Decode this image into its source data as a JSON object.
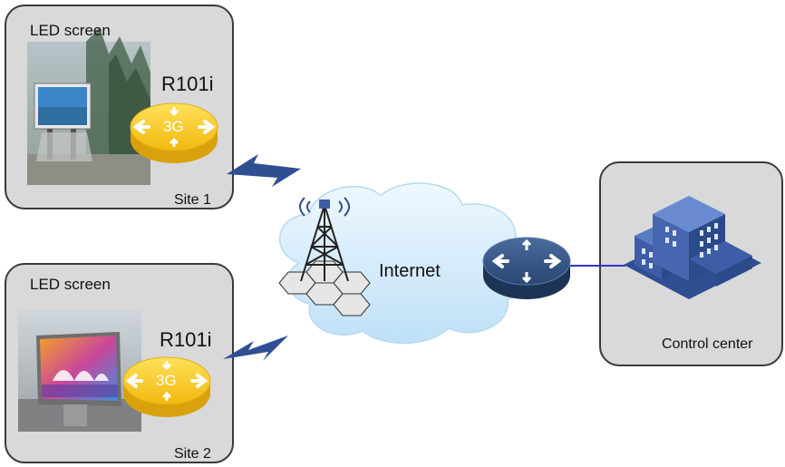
{
  "sites": [
    {
      "led_label": "LED screen",
      "router_label": "R101i",
      "router_badge": "3G",
      "site_label": "Site 1"
    },
    {
      "led_label": "LED screen",
      "router_label": "R101i",
      "router_badge": "3G",
      "site_label": "Site 2"
    }
  ],
  "network": {
    "internet_label": "Internet"
  },
  "control_center": {
    "label": "Control center"
  },
  "colors": {
    "panel_bg": "#d9d9d9",
    "cloud": "#cfe9fb",
    "router_3g": "#f5c21d",
    "wireless_link": "#2f4f92",
    "core_router": "#25426e",
    "building": "#3d5ea7",
    "link_line": "#3333cc"
  }
}
